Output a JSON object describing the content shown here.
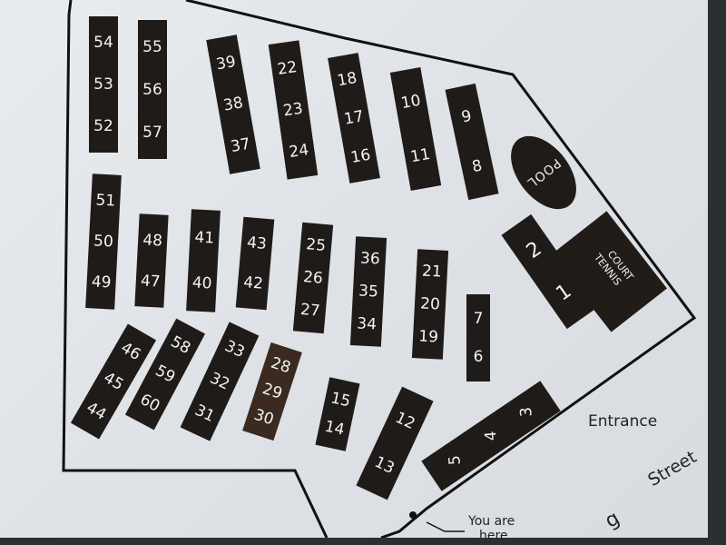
{
  "map": {
    "buildings": [
      {
        "units": [
          "54",
          "53",
          "52"
        ]
      },
      {
        "units": [
          "55",
          "56",
          "57"
        ]
      },
      {
        "units": [
          "39",
          "38",
          "37"
        ]
      },
      {
        "units": [
          "22",
          "23",
          "24"
        ]
      },
      {
        "units": [
          "18",
          "17",
          "16"
        ]
      },
      {
        "units": [
          "10",
          "11"
        ]
      },
      {
        "units": [
          "9",
          "8"
        ]
      },
      {
        "units": [
          "2",
          "1"
        ]
      },
      {
        "units": [
          "51",
          "50",
          "49"
        ]
      },
      {
        "units": [
          "48",
          "47"
        ]
      },
      {
        "units": [
          "41",
          "40"
        ]
      },
      {
        "units": [
          "43",
          "42"
        ]
      },
      {
        "units": [
          "25",
          "26",
          "27"
        ]
      },
      {
        "units": [
          "36",
          "35",
          "34"
        ]
      },
      {
        "units": [
          "21",
          "20",
          "19"
        ]
      },
      {
        "units": [
          "7",
          "6"
        ]
      },
      {
        "units": [
          "46",
          "45",
          "44"
        ]
      },
      {
        "units": [
          "58",
          "59",
          "60"
        ]
      },
      {
        "units": [
          "33",
          "32",
          "31"
        ]
      },
      {
        "units": [
          "28",
          "29",
          "30"
        ]
      },
      {
        "units": [
          "15",
          "14"
        ]
      },
      {
        "units": [
          "12",
          "13"
        ]
      },
      {
        "units": [
          "5",
          "4",
          "3"
        ]
      }
    ],
    "pool_label": "POOL",
    "tennis_label_1": "TENNIS",
    "tennis_label_2": "COURT",
    "entrance_label": "Entrance",
    "street_label": "Street",
    "street_fragment": "g",
    "you_are_here_1": "You are",
    "you_are_here_2": "here",
    "colors": {
      "building": "#1f1b19",
      "paper": "#e3e6ea",
      "frame": "#2b2f33"
    }
  }
}
